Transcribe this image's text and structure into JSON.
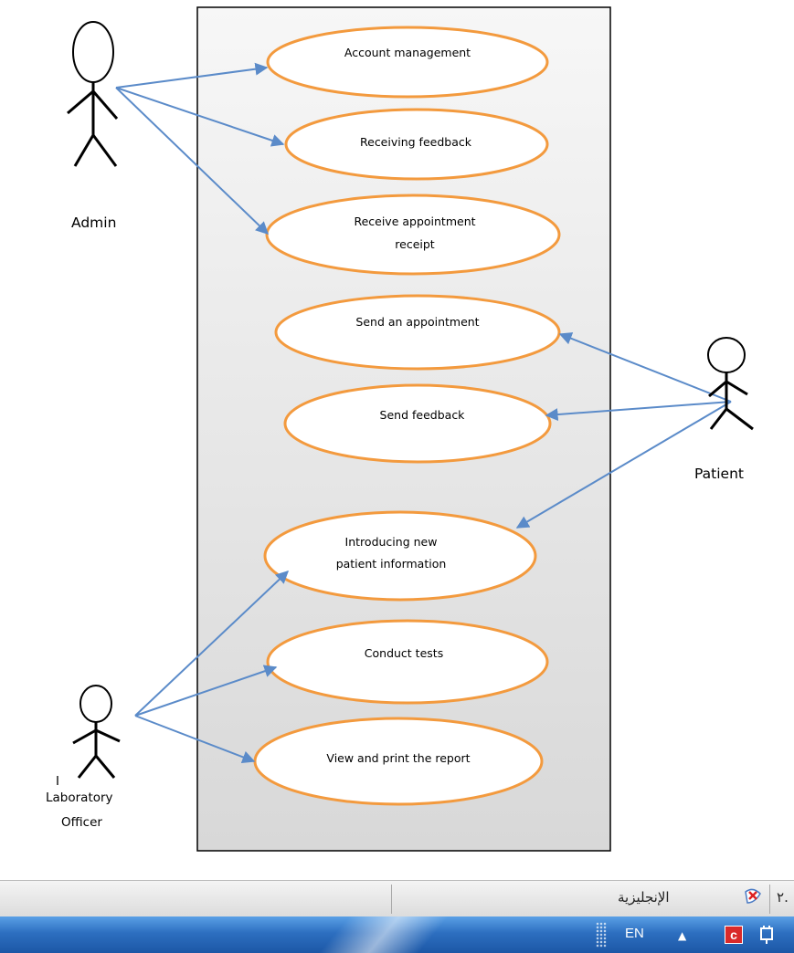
{
  "diagram": {
    "actors": {
      "admin": "Admin",
      "patient": "Patient",
      "lab_officer_line1": "Laboratory",
      "lab_officer_line2": "Officer",
      "stray_mark": "I"
    },
    "use_cases": [
      {
        "lines": [
          "Account  management"
        ]
      },
      {
        "lines": [
          "Receiving  feedback"
        ]
      },
      {
        "lines": [
          "Receive  appointment",
          "receipt"
        ]
      },
      {
        "lines": [
          "Send an appointment"
        ]
      },
      {
        "lines": [
          "Send feedback"
        ]
      },
      {
        "lines": [
          "Introducing  new",
          "patient  information"
        ]
      },
      {
        "lines": [
          "Conduct  tests"
        ]
      },
      {
        "lines": [
          "View and print the  report"
        ]
      }
    ],
    "colors": {
      "association": "#5b8bc9",
      "usecase_border": "#f39a3e",
      "system_boundary_fill": "#e4e4e4"
    }
  },
  "statusbar": {
    "language_label": "الإنجليزية",
    "clock_fragment": "٢."
  },
  "taskbar": {
    "language_code": "EN",
    "tray_arrow": "▲",
    "tray_app_letter": "c"
  }
}
